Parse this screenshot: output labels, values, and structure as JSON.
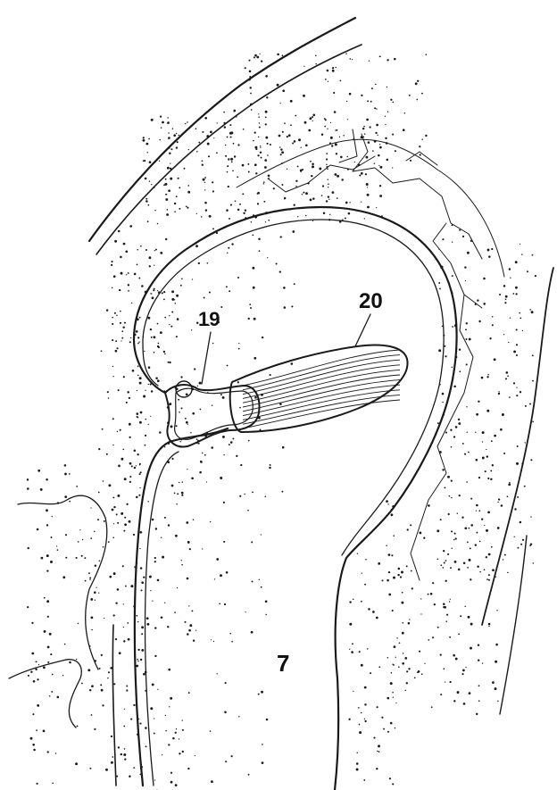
{
  "figure": {
    "labels": {
      "label_19": "19",
      "label_20": "20",
      "label_7": "7"
    },
    "colors": {
      "ink": "#1a1a1a",
      "background": "#ffffff"
    }
  }
}
